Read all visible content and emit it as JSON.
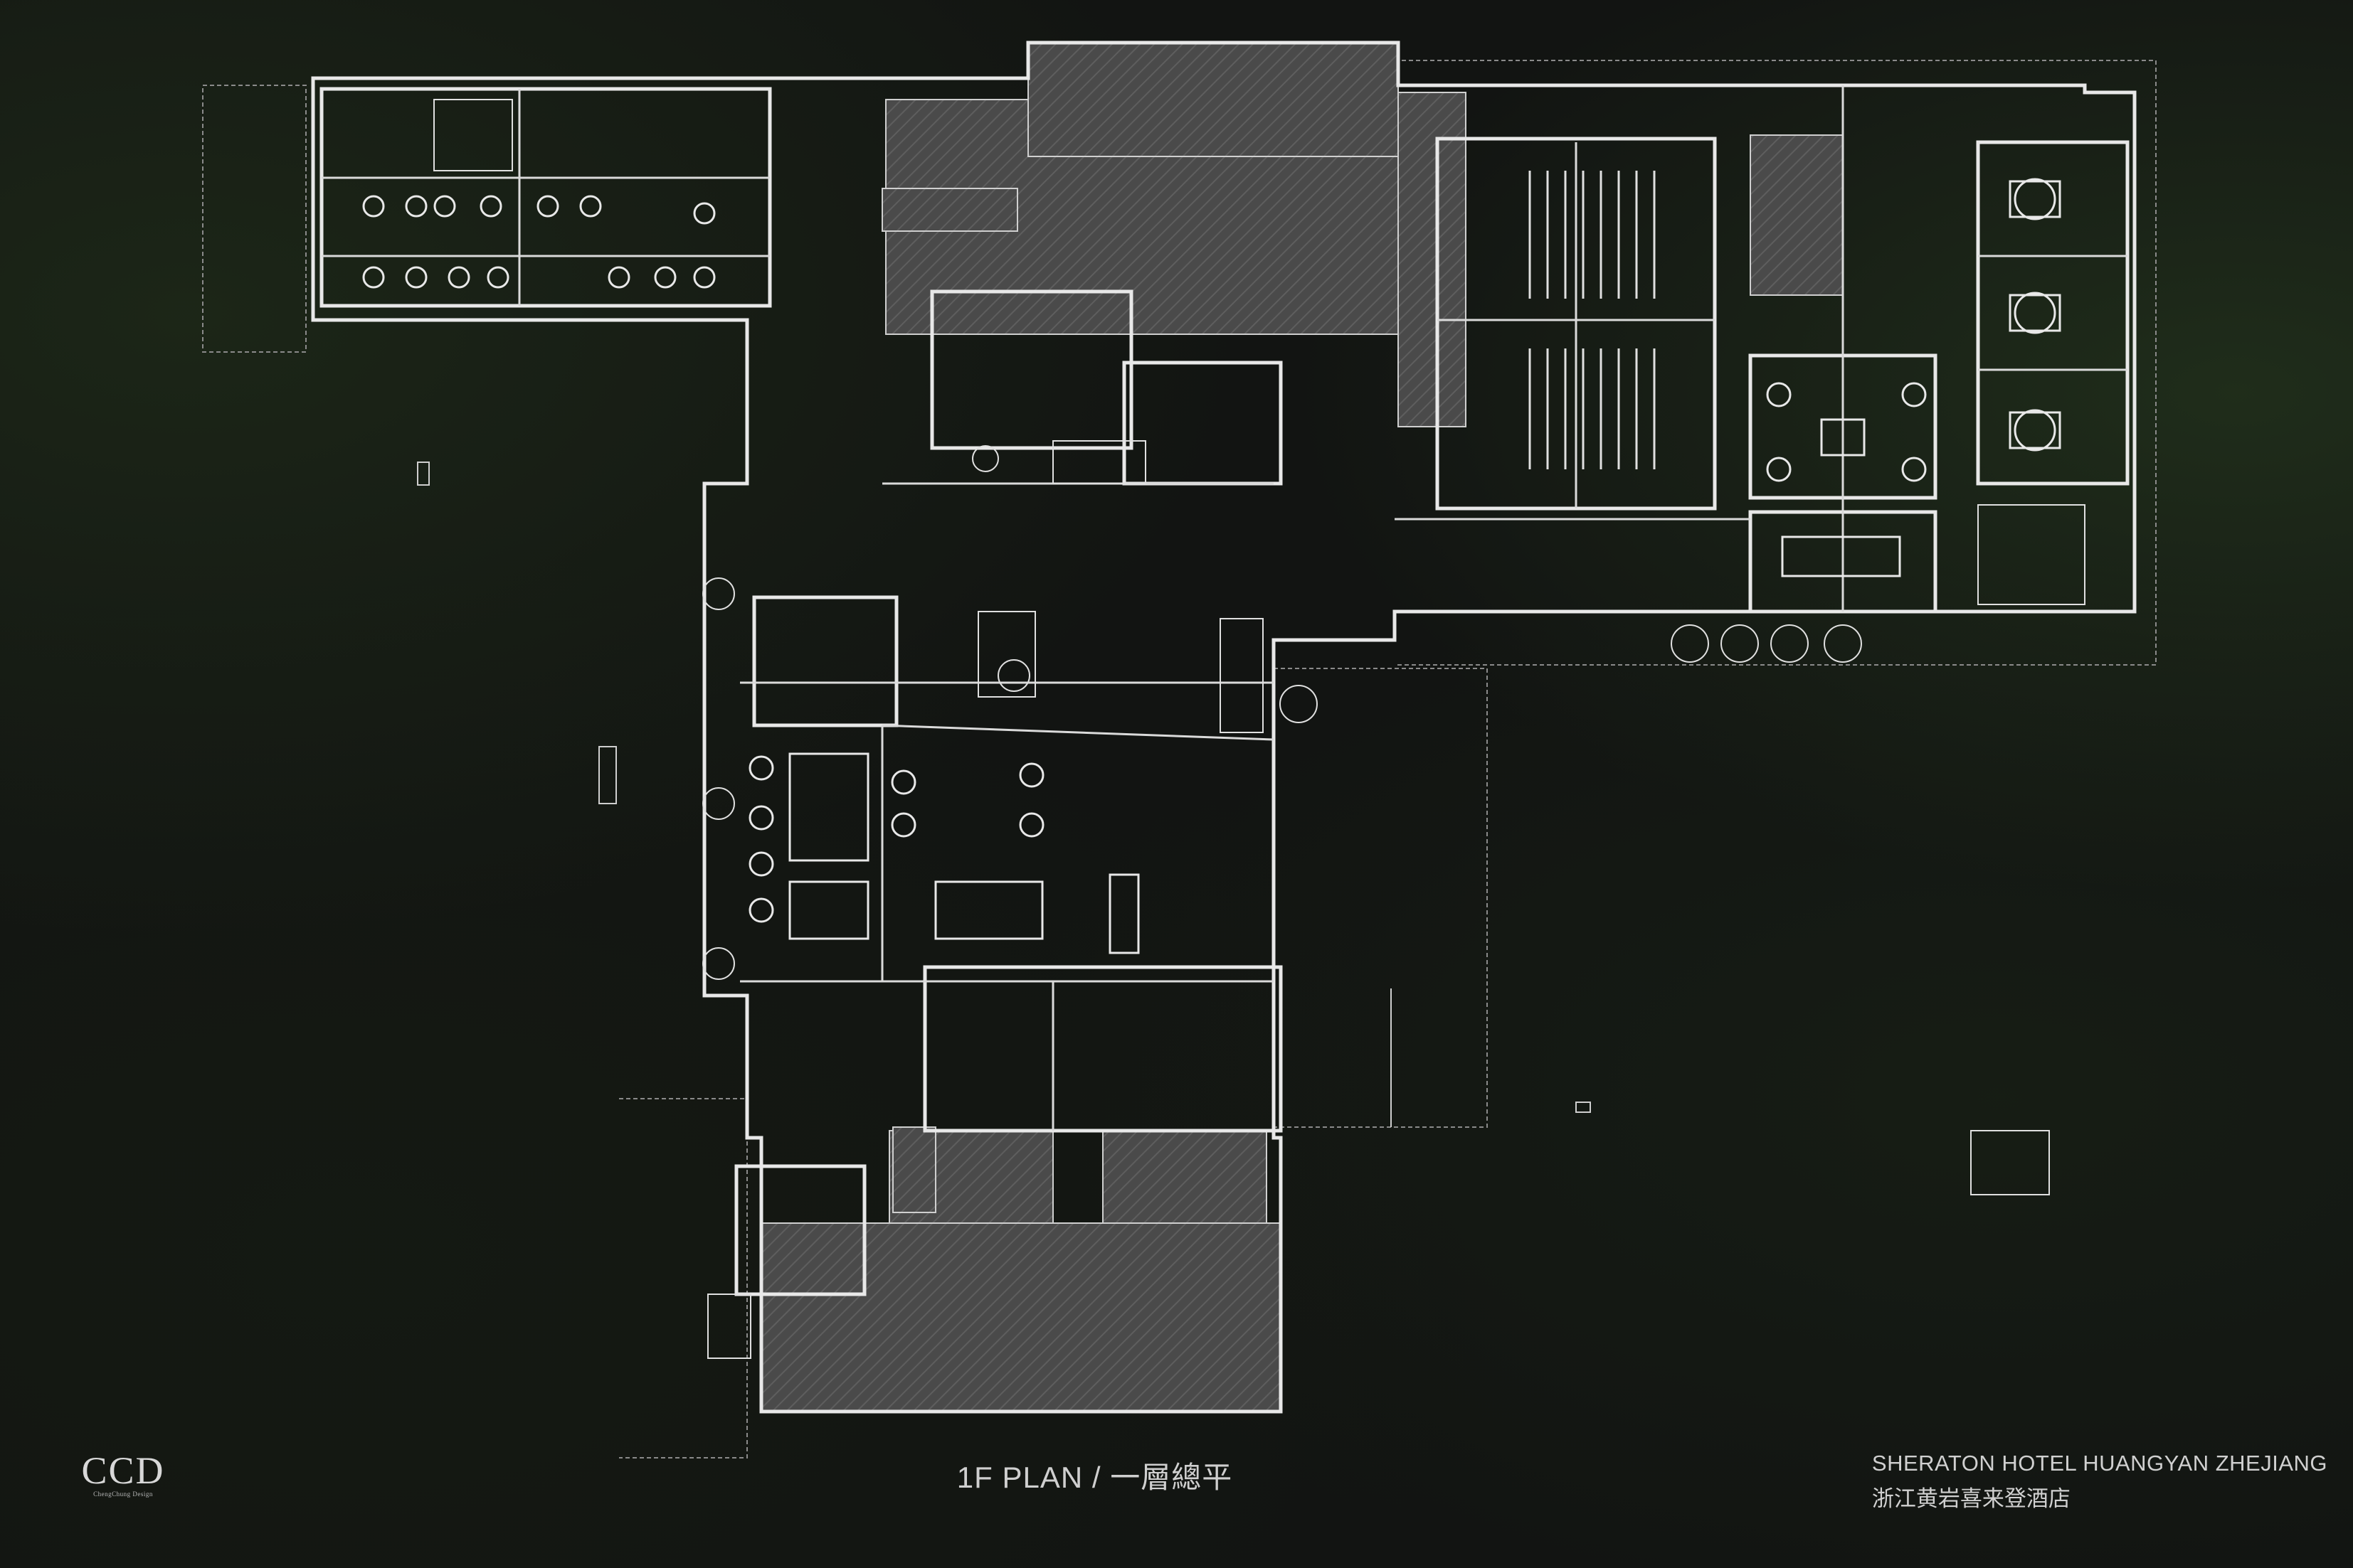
{
  "logo": {
    "mark": "CCD",
    "subtitle": "ChengChung Design"
  },
  "plan_title": "1F PLAN / 一層總平",
  "project": {
    "name_en": "SHERATON HOTEL HUANGYAN ZHEJIANG",
    "name_zh": "浙江黄岩喜来登酒店"
  },
  "colors": {
    "background": "#121412",
    "line": "#e8e8e8",
    "hatch_fill": "#5a5a5a",
    "dim_line": "#8a8a8a"
  }
}
